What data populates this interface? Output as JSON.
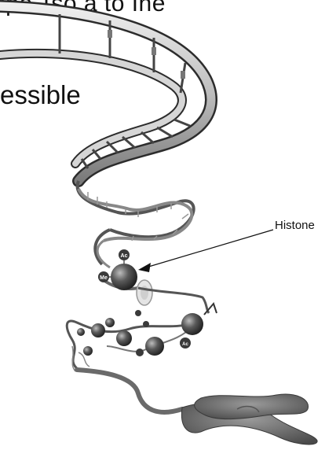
{
  "heading": {
    "top_fragment": "ipo  Tso a to  Ine",
    "side_fragment": "essible"
  },
  "labels": {
    "histone": "Histone"
  },
  "modifications": {
    "acetyl": "Ac",
    "methyl": "Me"
  },
  "colors": {
    "background": "#ffffff",
    "strand_light": "#c8c8c8",
    "strand_dark": "#555555",
    "nucleosome": "#4a4a4a",
    "chromosome": "#6e6e6e",
    "text": "#111111"
  }
}
